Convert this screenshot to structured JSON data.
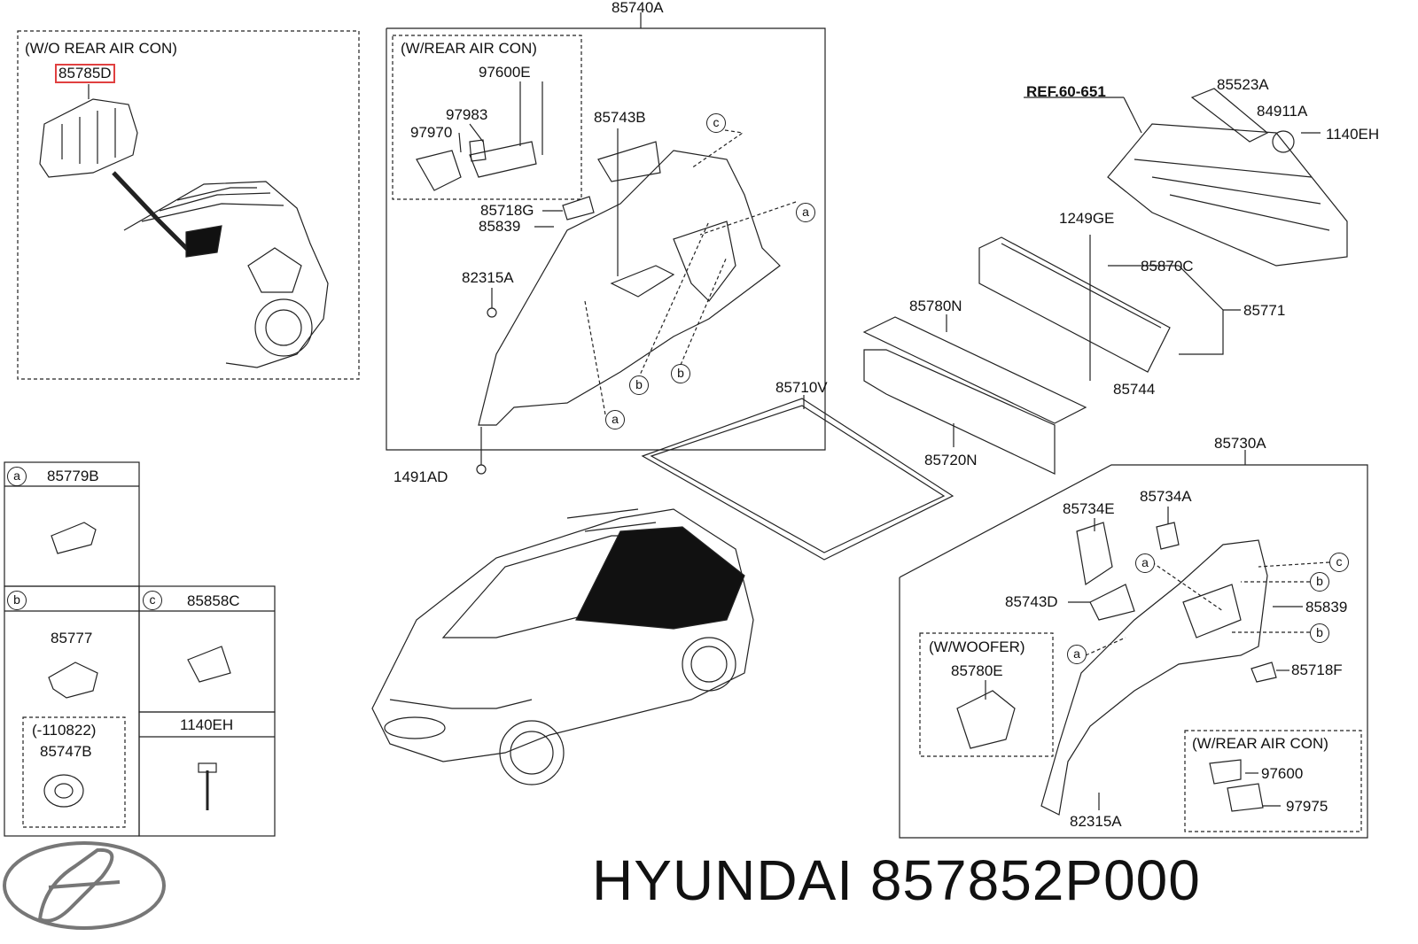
{
  "brand": {
    "name": "HYUNDAI",
    "part_number": "857852P000"
  },
  "panel_wo_rear_air_con": {
    "heading": "(W/O REAR AIR CON)",
    "part": "85785D"
  },
  "assembly_85740A": {
    "code": "85740A",
    "sub_heading": "(W/REAR AIR CON)",
    "parts": {
      "p97600E": "97600E",
      "p97983": "97983",
      "p97970": "97970",
      "p85743B": "85743B",
      "p85718G": "85718G",
      "p85839": "85839",
      "p82315A": "82315A",
      "p1491AD": "1491AD"
    }
  },
  "rear_floor": {
    "ref": "REF.60-651",
    "parts": {
      "p85523A": "85523A",
      "p84911A": "84911A",
      "p1140EH": "1140EH",
      "p1249GE": "1249GE",
      "p85870C": "85870C",
      "p85771": "85771",
      "p85744": "85744",
      "p85780N": "85780N",
      "p85720N": "85720N",
      "p85710V": "85710V"
    }
  },
  "assembly_85730A": {
    "code": "85730A",
    "parts": {
      "p85734E": "85734E",
      "p85734A": "85734A",
      "p85743D": "85743D",
      "p85839": "85839",
      "p85718F": "85718F",
      "p82315A": "82315A"
    },
    "woofer": {
      "heading": "(W/WOOFER)",
      "part": "85780E"
    },
    "rear_air_con": {
      "heading": "(W/REAR AIR CON)",
      "p97600": "97600",
      "p97975": "97975"
    }
  },
  "legend": {
    "a": {
      "key": "a",
      "part": "85779B"
    },
    "b": {
      "key": "b",
      "part": "85777",
      "note": "(-110822)",
      "part2": "85747B"
    },
    "c": {
      "key": "c",
      "part": "85858C",
      "part2": "1140EH"
    }
  },
  "callouts": {
    "a": "a",
    "b": "b",
    "c": "c"
  }
}
